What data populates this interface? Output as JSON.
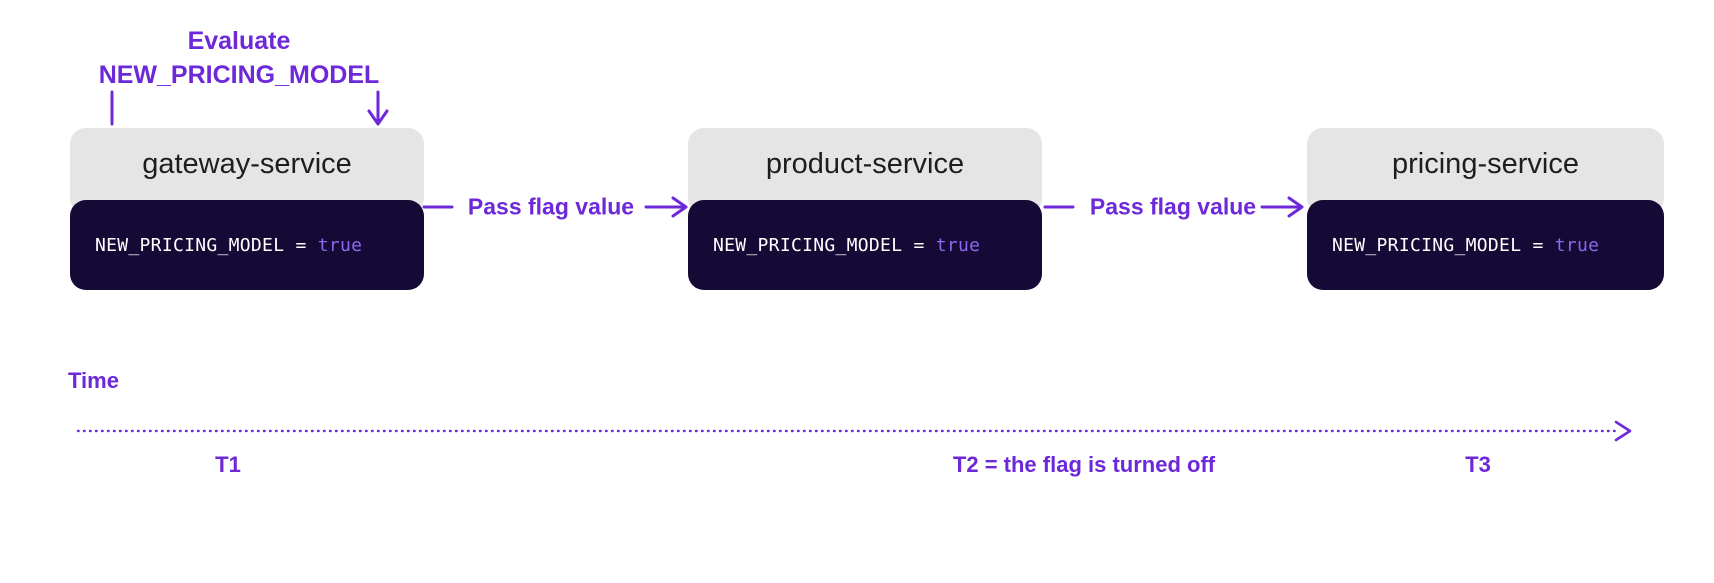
{
  "colors": {
    "accent_purple": "#6d28d9",
    "code_value_purple": "#8b68ee",
    "dark_panel": "#150a36",
    "header_gray": "#e6e5e6",
    "service_name_text": "#1e1e1e",
    "background": "#ffffff"
  },
  "annotation": {
    "line1": "Evaluate",
    "line2": "NEW_PRICING_MODEL"
  },
  "services": [
    {
      "name": "gateway-service",
      "flag_label": "NEW_PRICING_MODEL = ",
      "flag_value": "true"
    },
    {
      "name": "product-service",
      "flag_label": "NEW_PRICING_MODEL = ",
      "flag_value": "true"
    },
    {
      "name": "pricing-service",
      "flag_label": "NEW_PRICING_MODEL = ",
      "flag_value": "true"
    }
  ],
  "connectors": [
    {
      "label": "Pass flag value"
    },
    {
      "label": "Pass flag value"
    }
  ],
  "timeline": {
    "label": "Time",
    "markers": [
      {
        "label": "T1"
      },
      {
        "label": "T2 = the flag is turned off"
      },
      {
        "label": "T3"
      }
    ]
  }
}
